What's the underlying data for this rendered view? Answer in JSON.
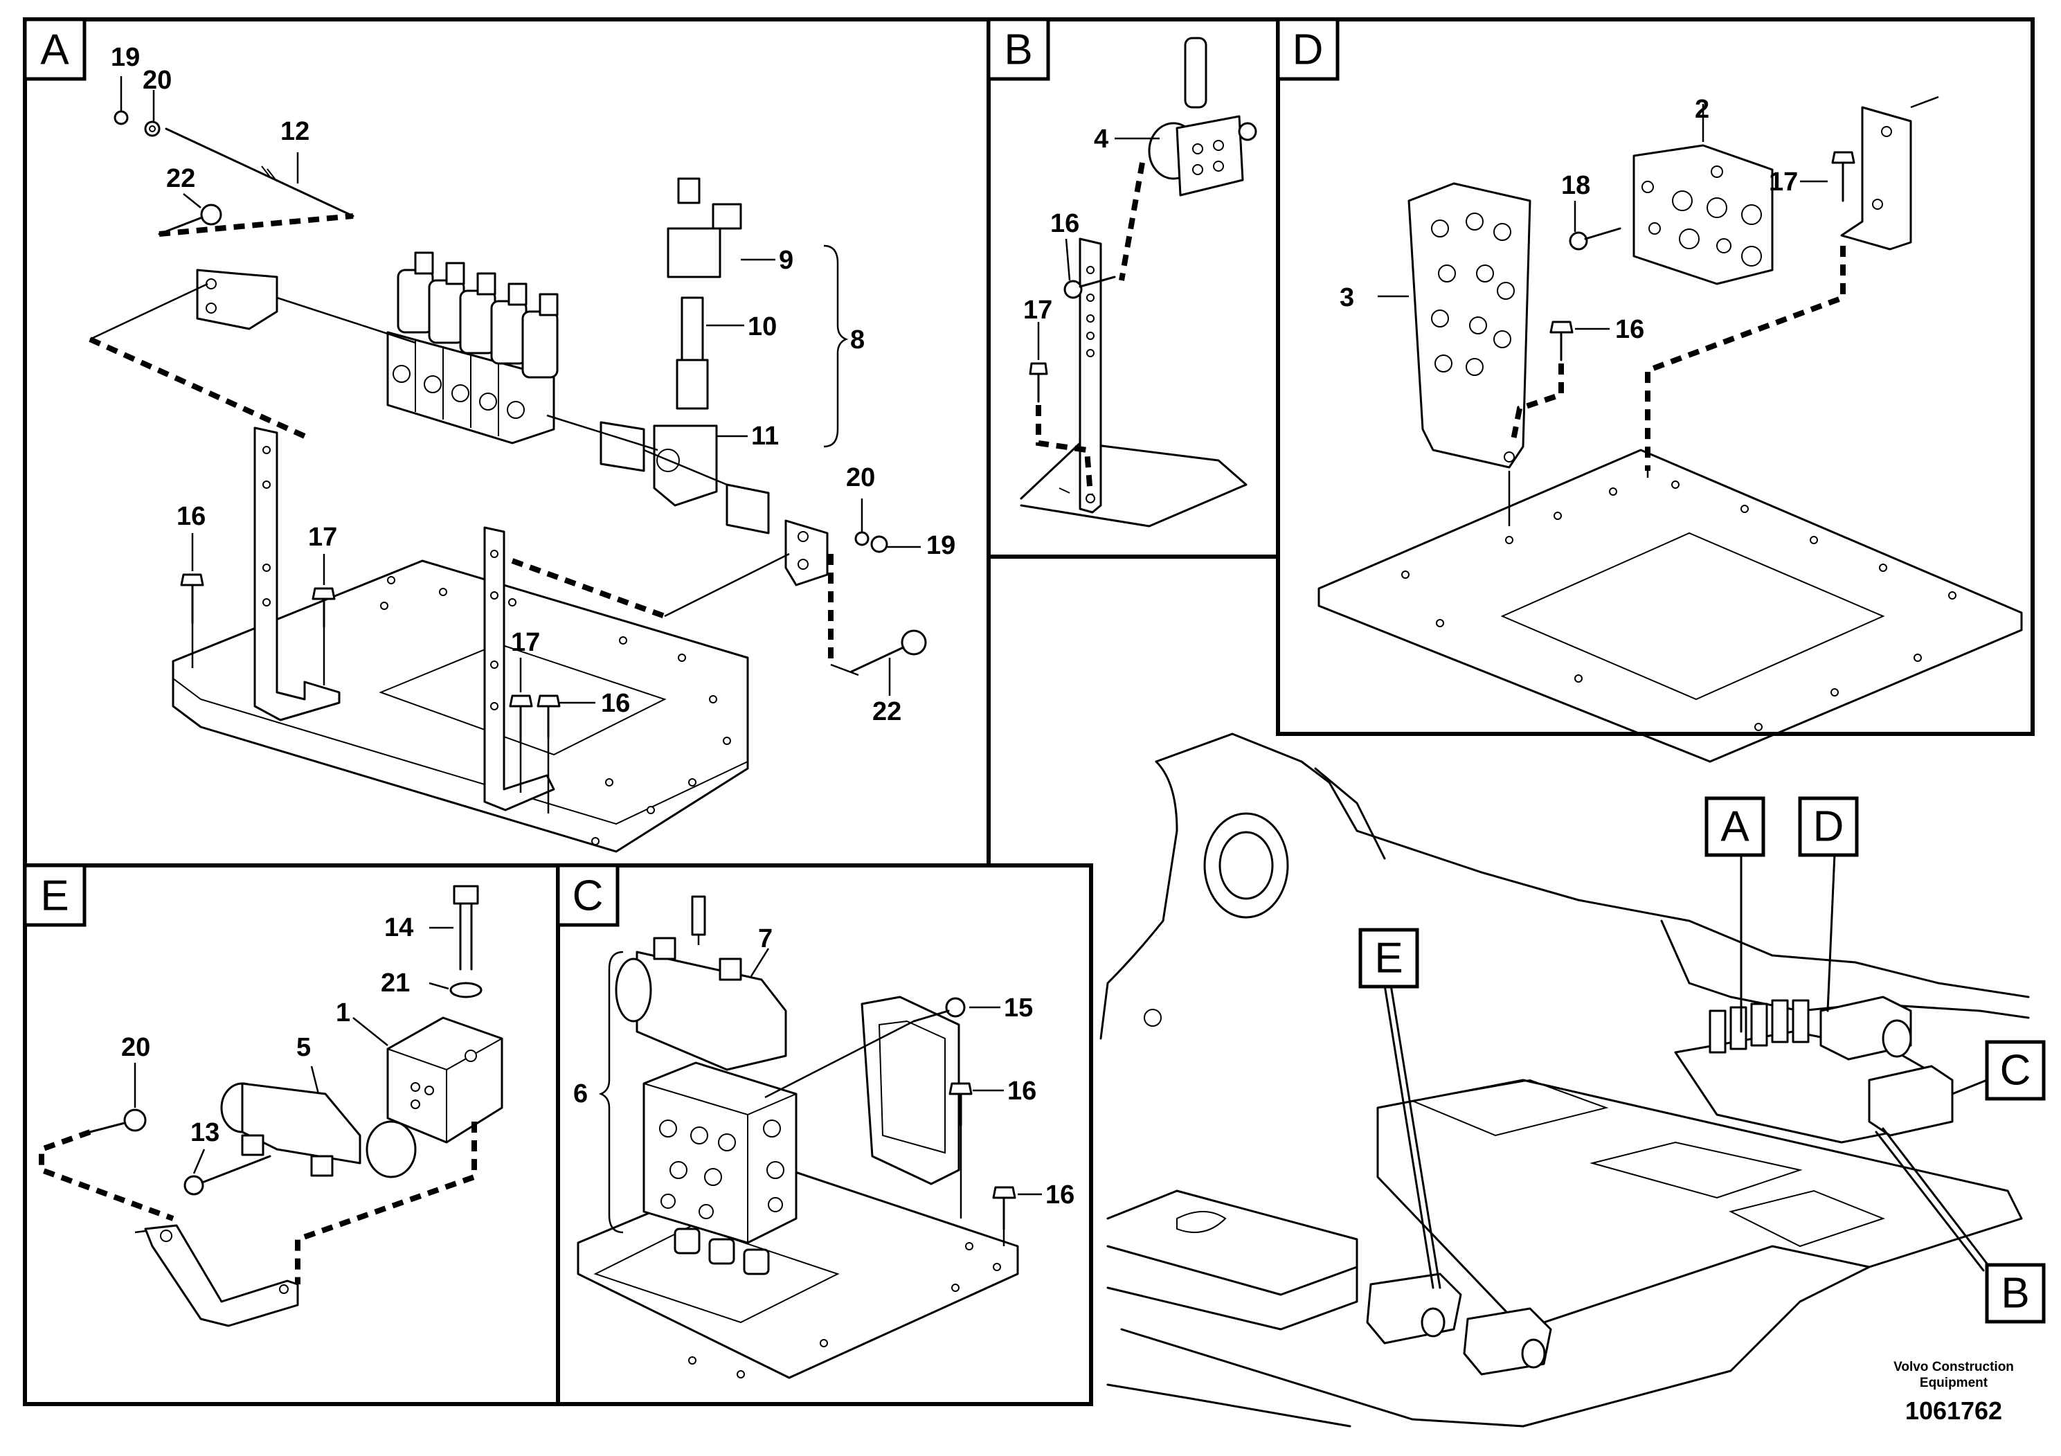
{
  "panels": {
    "A": {
      "tag": "A",
      "callouts": {
        "c19a": "19",
        "c20a": "20",
        "c12": "12",
        "c22a": "22",
        "c9": "9",
        "c10": "10",
        "c8": "8",
        "c11": "11",
        "c20b": "20",
        "c19b": "19",
        "c16a": "16",
        "c17a": "17",
        "c17b": "17",
        "c16b": "16",
        "c22b": "22"
      }
    },
    "B": {
      "tag": "B",
      "callouts": {
        "c4": "4",
        "c16": "16",
        "c17": "17"
      }
    },
    "D": {
      "tag": "D",
      "callouts": {
        "c2": "2",
        "c18": "18",
        "c17": "17",
        "c3": "3",
        "c16": "16"
      }
    },
    "E": {
      "tag": "E",
      "callouts": {
        "c14": "14",
        "c21": "21",
        "c20": "20",
        "c1": "1",
        "c5": "5",
        "c13": "13"
      }
    },
    "C": {
      "tag": "C",
      "callouts": {
        "c7": "7",
        "c15": "15",
        "c16a": "16",
        "c6": "6",
        "c16b": "16"
      }
    }
  },
  "overview": {
    "labels": {
      "A": "A",
      "D": "D",
      "E": "E",
      "C": "C",
      "B": "B"
    }
  },
  "footer": {
    "brand_line1": "Volvo Construction",
    "brand_line2": "Equipment",
    "drawing_number": "1061762"
  }
}
